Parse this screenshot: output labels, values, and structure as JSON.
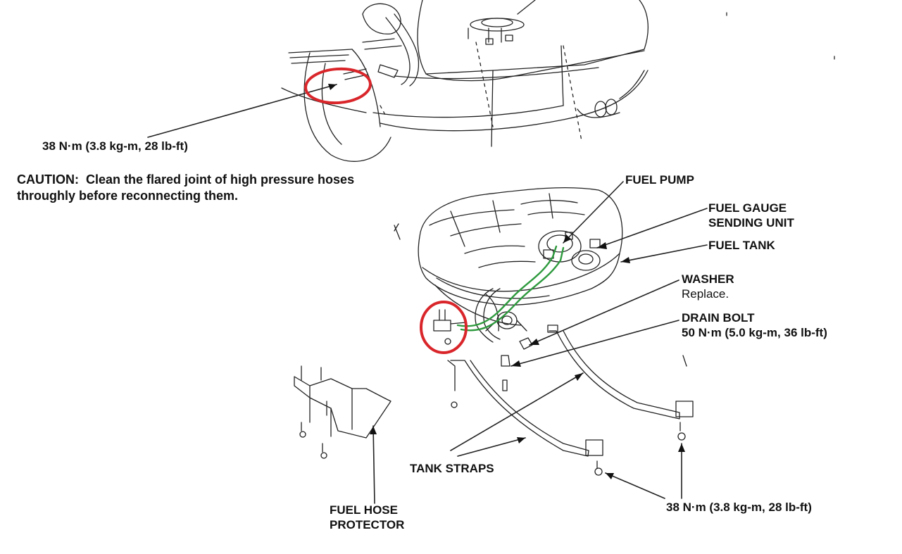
{
  "caution": {
    "heading": "CAUTION:",
    "line1": "Clean the flared joint of high pressure hoses",
    "line2": "throughly before reconnecting them."
  },
  "labels": {
    "torque_filler": "38 N·m (3.8 kg-m, 28 lb-ft)",
    "fuel_pump": "FUEL PUMP",
    "fuel_gauge_line1": "FUEL GAUGE",
    "fuel_gauge_line2": "SENDING UNIT",
    "fuel_tank": "FUEL TANK",
    "washer": "WASHER",
    "washer_note": "Replace.",
    "drain_bolt": "DRAIN BOLT",
    "drain_bolt_torque": "50 N·m (5.0 kg-m, 36 lb-ft)",
    "tank_straps": "TANK STRAPS",
    "torque_straps": "38 N·m (3.8 kg-m, 28 lb-ft)",
    "protector_line1": "FUEL HOSE",
    "protector_line2": "PROTECTOR"
  },
  "colors": {
    "highlight_circle": "#d9262b",
    "fuel_line": "#2e9a3e",
    "ink": "#111111"
  }
}
